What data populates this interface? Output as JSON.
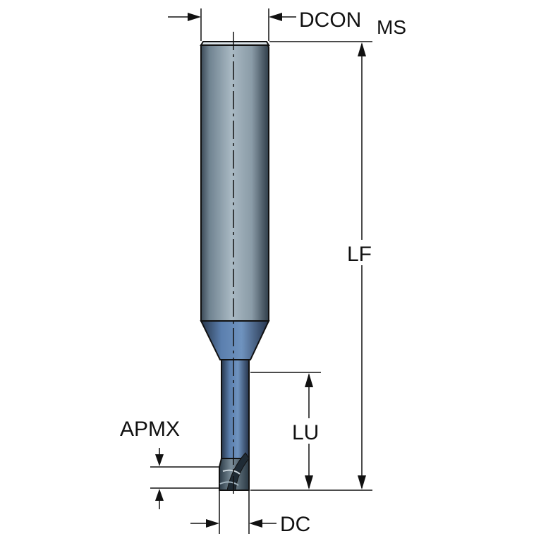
{
  "labels": {
    "dcon": "DCON",
    "dcon_sub": "MS",
    "lf": "LF",
    "lu": "LU",
    "apmx": "APMX",
    "dc": "DC"
  },
  "colors": {
    "background": "#ffffff",
    "line": "#111111",
    "body_light": "#9fb0bb",
    "body_mid": "#6f8290",
    "body_dark": "#33424f",
    "neck_blue": "#5b7fae",
    "neck_dark": "#2c3f58"
  }
}
